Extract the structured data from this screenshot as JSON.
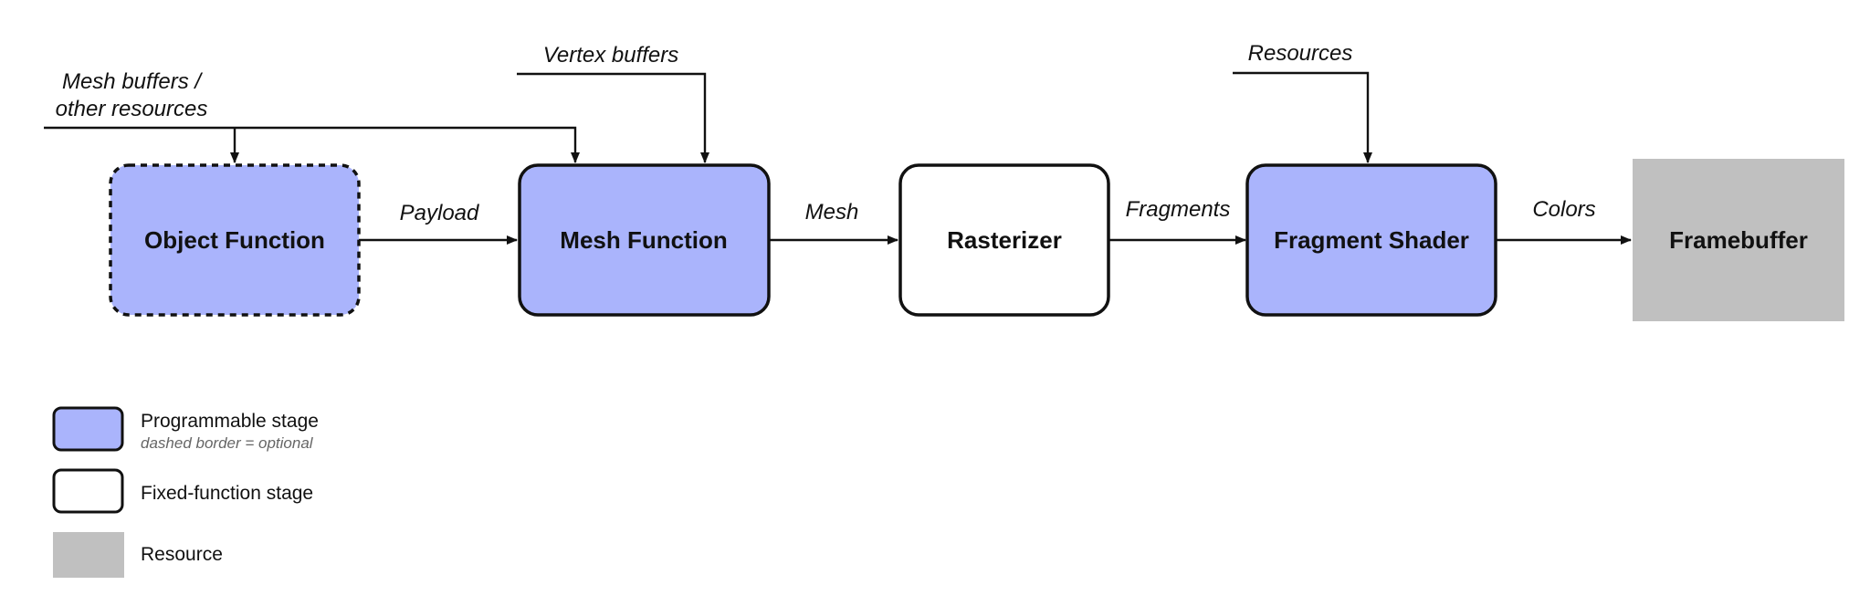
{
  "colors": {
    "programmable": "#aab4fc",
    "fixed": "#ffffff",
    "resource": "#c0c0c0",
    "stroke": "#111111"
  },
  "stages": {
    "object_function": "Object Function",
    "mesh_function": "Mesh Function",
    "rasterizer": "Rasterizer",
    "fragment_shader": "Fragment Shader",
    "framebuffer": "Framebuffer"
  },
  "edges": {
    "payload": "Payload",
    "mesh": "Mesh",
    "fragments": "Fragments",
    "colors": "Colors"
  },
  "inputs": {
    "mesh_buffers_line1": "Mesh buffers /",
    "mesh_buffers_line2": "other resources",
    "vertex_buffers": "Vertex buffers",
    "resources": "Resources"
  },
  "legend": {
    "programmable": "Programmable stage",
    "programmable_note": "dashed border = optional",
    "fixed": "Fixed-function stage",
    "resource": "Resource"
  }
}
